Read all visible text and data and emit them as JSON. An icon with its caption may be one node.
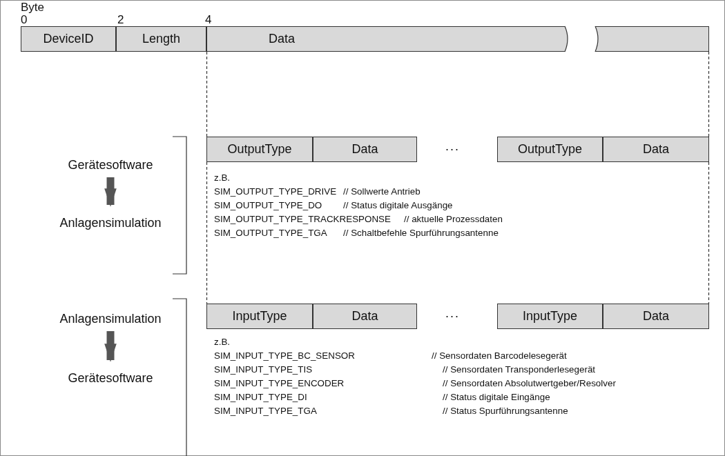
{
  "diagram": {
    "nodes": [
      {
        "text": [
          "DeviceID"
        ]
      },
      {
        "text": [
          "Length"
        ]
      },
      {
        "text": [
          "Data"
        ]
      },
      {
        "text": [
          "Gerätesoftware"
        ]
      },
      {
        "text": [
          "Anlagensimulation"
        ]
      },
      {
        "text": [
          "OutputType"
        ]
      },
      {
        "text": [
          "Data"
        ]
      },
      {
        "text": [
          "OutputType"
        ]
      },
      {
        "text": [
          "Data"
        ]
      },
      {
        "text": [
          "Anlagensimulation"
        ]
      },
      {
        "text": [
          "Gerätesoftware"
        ]
      },
      {
        "text": [
          "InputType"
        ]
      },
      {
        "text": [
          "Data"
        ]
      },
      {
        "text": [
          "InputType"
        ]
      },
      {
        "text": [
          "Data"
        ]
      }
    ],
    "edges": [
      {
        "from": 3,
        "to": 4,
        "arrow": "to",
        "style": "thick"
      },
      {
        "from": 9,
        "to": 10,
        "arrow": "to",
        "style": "thick"
      },
      {
        "from": 2,
        "to": 5,
        "arrow": "none",
        "style": "dashed"
      },
      {
        "from": 2,
        "to": 8,
        "arrow": "none",
        "style": "dashed"
      },
      {
        "from": 5,
        "to": 11,
        "arrow": "none",
        "style": "dashed"
      },
      {
        "from": 8,
        "to": 14,
        "arrow": "none",
        "style": "dashed"
      }
    ],
    "labels": [
      "Byte",
      "0",
      "2",
      "4",
      "...",
      "z.B.",
      "SIM_OUTPUT_TYPE_DRIVE",
      "// Sollwerte Antrieb",
      "SIM_OUTPUT_TYPE_DO",
      "// Status digitale Ausgänge",
      "SIM_OUTPUT_TYPE_TRACKRESPONSE",
      "// aktuelle Prozessdaten",
      "SIM_OUTPUT_TYPE_TGA",
      "// Schaltbefehle Spurführungsantenne",
      "...",
      "z.B.",
      "SIM_INPUT_TYPE_BC_SENSOR",
      "// Sensordaten Barcodelesegerät",
      "SIM_INPUT_TYPE_TIS",
      "// Sensordaten Transponderlesegerät",
      "SIM_INPUT_TYPE_ENCODER",
      "// Sensordaten Absolutwertgeber/Resolver",
      "SIM_INPUT_TYPE_DI",
      "// Status digitale Eingänge",
      "SIM_INPUT_TYPE_TGA",
      "// Status Spurführungsantenne"
    ]
  }
}
